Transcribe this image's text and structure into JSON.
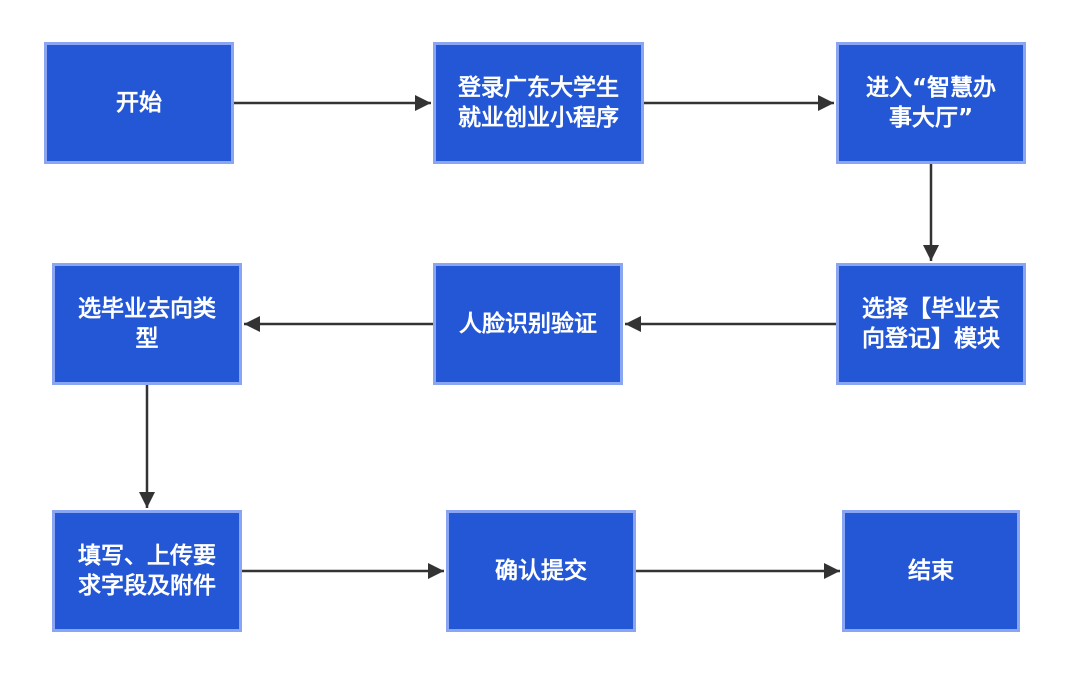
{
  "flowchart": {
    "nodes": [
      {
        "id": "n1",
        "label": "开始"
      },
      {
        "id": "n2",
        "label": "登录广东大学生就业创业小程序"
      },
      {
        "id": "n3",
        "label": "进入“智慧办事大厅”"
      },
      {
        "id": "n4",
        "label": "选择【毕业去向登记】模块"
      },
      {
        "id": "n5",
        "label": "人脸识别验证"
      },
      {
        "id": "n6",
        "label": "选毕业去向类型"
      },
      {
        "id": "n7",
        "label": "填写、上传要求字段及附件"
      },
      {
        "id": "n8",
        "label": "确认提交"
      },
      {
        "id": "n9",
        "label": "结束"
      }
    ],
    "edges": [
      {
        "from": "n1",
        "to": "n2"
      },
      {
        "from": "n2",
        "to": "n3"
      },
      {
        "from": "n3",
        "to": "n4"
      },
      {
        "from": "n4",
        "to": "n5"
      },
      {
        "from": "n5",
        "to": "n6"
      },
      {
        "from": "n6",
        "to": "n7"
      },
      {
        "from": "n7",
        "to": "n8"
      },
      {
        "from": "n8",
        "to": "n9"
      }
    ]
  },
  "colors": {
    "node_fill": "#2457d6",
    "node_border": "#8aa6f2",
    "node_text": "#ffffff",
    "arrow": "#333333"
  }
}
